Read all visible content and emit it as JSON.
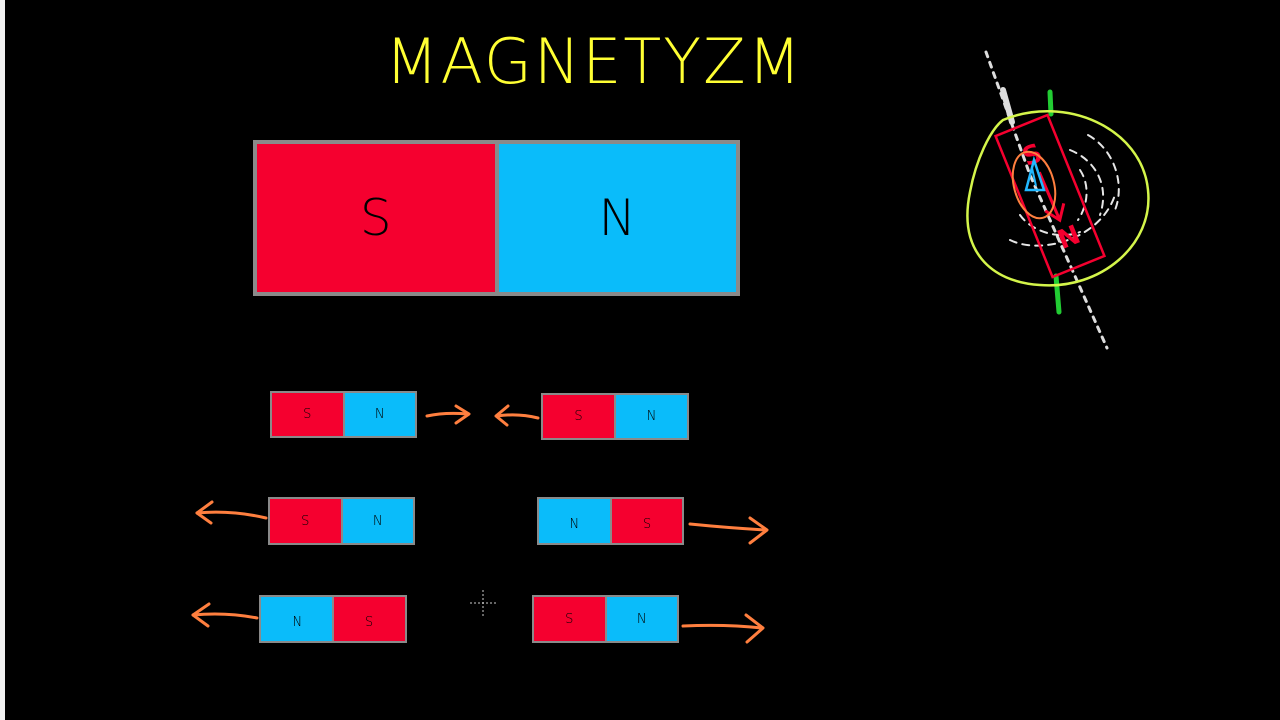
{
  "title": "MAGNETYZM",
  "colors": {
    "background": "#000000",
    "title": "#ffff33",
    "south_pole": "#f5002f",
    "north_pole": "#0abcfa",
    "magnet_border": "#8a8a8a",
    "arrow": "#ff7f3f",
    "field_loop": "#d4f54a",
    "axis_marker": "#22cc33"
  },
  "big_magnet": {
    "left_label": "S",
    "right_label": "N"
  },
  "magnet_pairs": [
    {
      "description": "attract",
      "left": {
        "a": "S",
        "b": "N"
      },
      "right": {
        "a": "S",
        "b": "N"
      }
    },
    {
      "description": "repel",
      "left": {
        "a": "S",
        "b": "N"
      },
      "right": {
        "a": "N",
        "b": "S"
      }
    },
    {
      "description": "repel",
      "left": {
        "a": "N",
        "b": "S"
      },
      "right": {
        "a": "S",
        "b": "N"
      }
    }
  ],
  "earth_sketch": {
    "top_label": "S",
    "bottom_label": "N"
  }
}
